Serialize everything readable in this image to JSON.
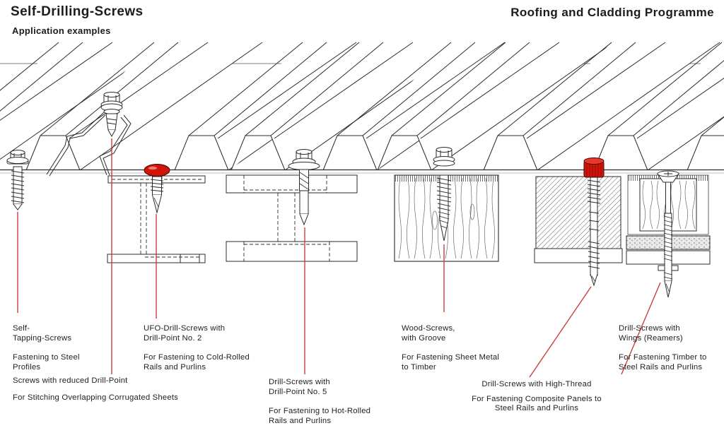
{
  "header": {
    "title_left": "Self-Drilling-Screws",
    "subtitle": "Application examples",
    "title_right": "Roofing and Cladding Programme"
  },
  "colors": {
    "leader_line_red": "#c9403a",
    "screw_head_red": "#d2150a",
    "screw_head_red_light": "#e8392a",
    "line_art": "#2b2b2b"
  },
  "labels": [
    {
      "name_lines": [
        "Self-",
        "Tapping-Screws"
      ],
      "desc_lines": [
        "Fastening to Steel",
        "Profiles"
      ]
    },
    {
      "name_lines": [
        "Screws with reduced Drill-Point"
      ],
      "desc_lines": [
        "For Stitching Overlapping Corrugated Sheets"
      ]
    },
    {
      "name_lines": [
        "UFO-Drill-Screws with",
        "Drill-Point No. 2"
      ],
      "desc_lines": [
        "For Fastening to Cold-Rolled",
        "Rails and Purlins"
      ]
    },
    {
      "name_lines": [
        "Drill-Screws with",
        "Drill-Point No. 5"
      ],
      "desc_lines": [
        "For Fastening to Hot-Rolled",
        "Rails and Purlins"
      ]
    },
    {
      "name_lines": [
        "Wood-Screws,",
        "with Groove"
      ],
      "desc_lines": [
        "For Fastening Sheet Metal",
        "to Timber"
      ]
    },
    {
      "name_lines": [
        "Drill-Screws with High-Thread"
      ],
      "desc_lines": [
        "For Fastening Composite Panels to",
        "Steel Rails and Purlins"
      ]
    },
    {
      "name_lines": [
        "Drill-Screws with",
        "Wings (Reamers)"
      ],
      "desc_lines": [
        "For Fastening Timber to",
        "Steel Rails and Purlins"
      ]
    }
  ]
}
